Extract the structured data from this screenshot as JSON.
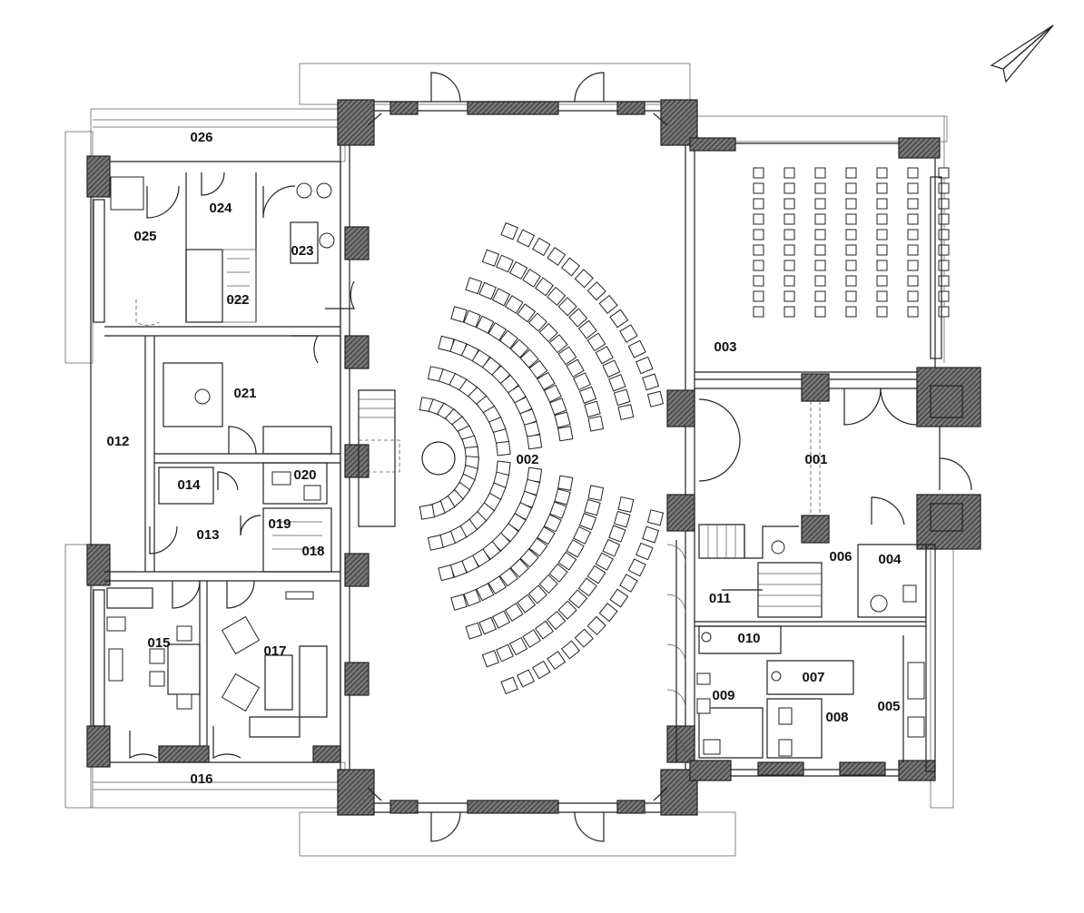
{
  "rooms": [
    {
      "id": "001",
      "label": "001"
    },
    {
      "id": "002",
      "label": "002"
    },
    {
      "id": "003",
      "label": "003"
    },
    {
      "id": "004",
      "label": "004"
    },
    {
      "id": "005",
      "label": "005"
    },
    {
      "id": "006",
      "label": "006"
    },
    {
      "id": "007",
      "label": "007"
    },
    {
      "id": "008",
      "label": "008"
    },
    {
      "id": "009",
      "label": "009"
    },
    {
      "id": "010",
      "label": "010"
    },
    {
      "id": "011",
      "label": "011"
    },
    {
      "id": "012",
      "label": "012"
    },
    {
      "id": "013",
      "label": "013"
    },
    {
      "id": "014",
      "label": "014"
    },
    {
      "id": "015",
      "label": "015"
    },
    {
      "id": "016",
      "label": "016"
    },
    {
      "id": "017",
      "label": "017"
    },
    {
      "id": "018",
      "label": "018"
    },
    {
      "id": "019",
      "label": "019"
    },
    {
      "id": "020",
      "label": "020"
    },
    {
      "id": "021",
      "label": "021"
    },
    {
      "id": "022",
      "label": "022"
    },
    {
      "id": "023",
      "label": "023"
    },
    {
      "id": "024",
      "label": "024"
    },
    {
      "id": "025",
      "label": "025"
    },
    {
      "id": "026",
      "label": "026"
    }
  ],
  "icons": {
    "north_arrow": "north-arrow-icon"
  },
  "colors": {
    "wall": "#2a2a2a",
    "line": "#222222",
    "background": "#ffffff"
  }
}
